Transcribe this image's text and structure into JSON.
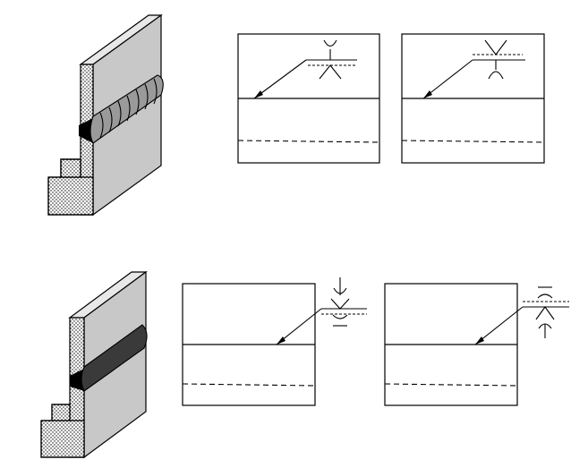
{
  "colors": {
    "plate_face": "#c8c8c8",
    "plate_top": "#e8e8e8",
    "bead_light": "#9a9a9a",
    "bead_dark": "#3a3a3a",
    "line": "#000000",
    "background": "#ffffff"
  },
  "figures": [
    {
      "row": "top",
      "bead_style": "rippled-convex",
      "symbols": [
        "convex-root-above-v-below",
        "v-above-convex-root-below"
      ]
    },
    {
      "row": "bottom",
      "bead_style": "smooth-flush",
      "symbols": [
        "flush-backing-fillet",
        "flush-contour-fillet"
      ]
    }
  ]
}
